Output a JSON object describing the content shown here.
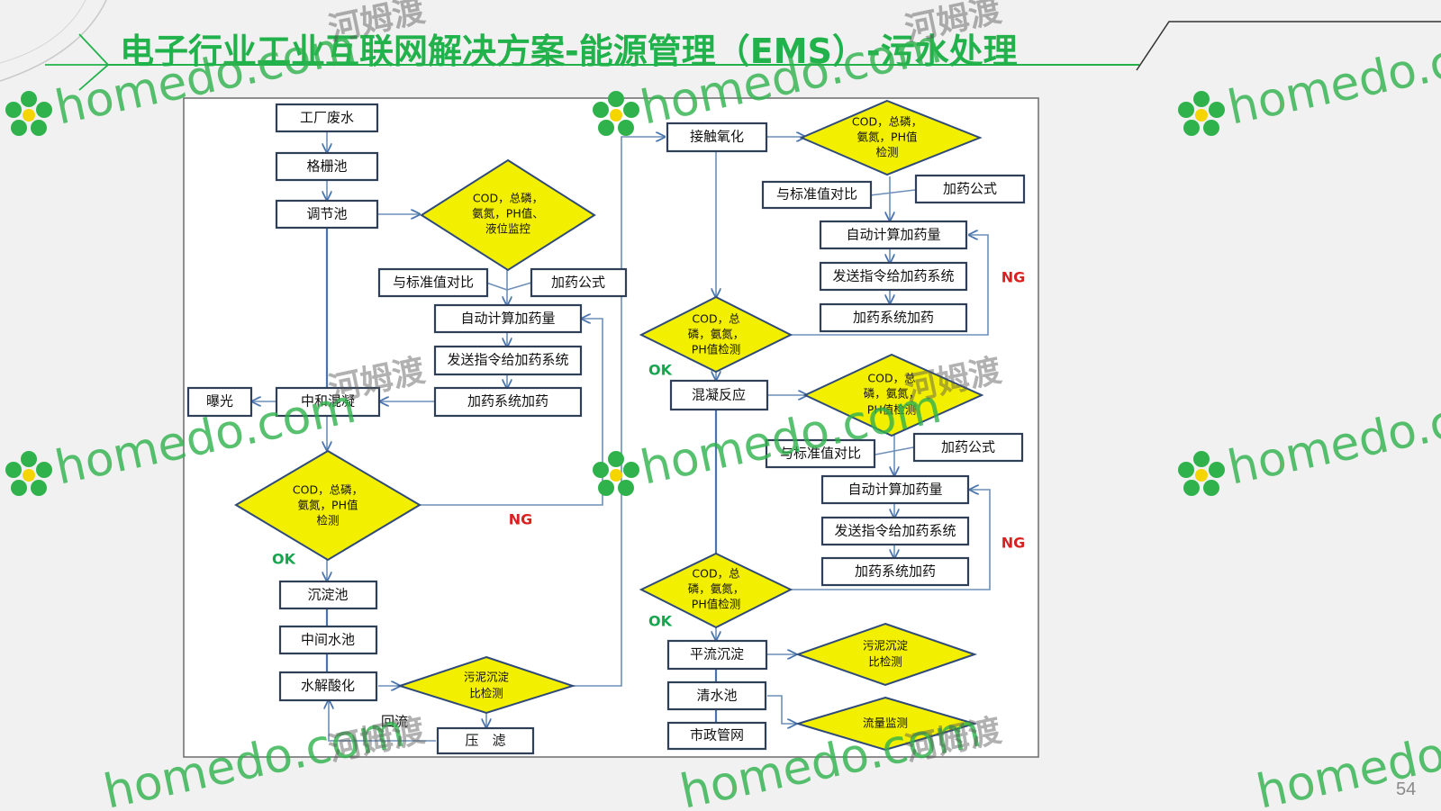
{
  "title": "电子行业工业互联网解决方案-能源管理（EMS）-污水处理",
  "page_number": "54",
  "colors": {
    "title": "#22b24c",
    "decision_fill": "#f3ef00",
    "box_border": "#2f3f58",
    "connector": "#4a74ad",
    "ok": "#18a550",
    "ng": "#d9221f"
  },
  "watermark": {
    "brand": "homedo.com",
    "cn": "河姆渡",
    "icon": "flower-logo-icon"
  },
  "left_flow": {
    "factory_wastewater": "工厂废水",
    "grille_tank": "格栅池",
    "equalization_tank": "调节池",
    "monitor_decision": [
      "COD，总磷，",
      "氨氮，PH值、",
      "液位监控"
    ],
    "compare_standard": "与标准值对比",
    "dosing_formula": "加药公式",
    "auto_calc_dosage": "自动计算加药量",
    "send_command": "发送指令给加药系统",
    "dosing_system": "加药系统加药",
    "neutralize_mix": "中和混凝",
    "aeration": "曝光",
    "check_decision": [
      "COD，总磷，",
      "氨氮，PH值",
      "检测"
    ],
    "ok_label": "OK",
    "ng_label": "NG",
    "sedimentation_tank": "沉淀池",
    "intermediate_tank": "中间水池",
    "hydrolysis_acidification": "水解酸化",
    "sludge_decision": [
      "污泥沉淀",
      "比检测"
    ],
    "return_flow": "回流",
    "filter_press": "压　滤"
  },
  "right_flow": {
    "contact_oxidation": "接触氧化",
    "detect_decision_1": [
      "COD，总磷，",
      "氨氮，PH值",
      "检测"
    ],
    "compare_standard_1": "与标准值对比",
    "dosing_formula_1": "加药公式",
    "auto_calc_dosage_1": "自动计算加药量",
    "send_command_1": "发送指令给加药系统",
    "dosing_system_1": "加药系统加药",
    "ng_label_1": "NG",
    "check_decision_1": [
      "COD，总",
      "磷，氨氮，",
      "PH值检测"
    ],
    "ok_label_1": "OK",
    "coagulation_reaction": "混凝反应",
    "detect_decision_2": [
      "COD，总",
      "磷，氨氮，",
      "PH值检测"
    ],
    "compare_standard_2": "与标准值对比",
    "dosing_formula_2": "加药公式",
    "auto_calc_dosage_2": "自动计算加药量",
    "send_command_2": "发送指令给加药系统",
    "dosing_system_2": "加药系统加药",
    "ng_label_2": "NG",
    "check_decision_2": [
      "COD，总",
      "磷，氨氮，",
      "PH值检测"
    ],
    "ok_label_2": "OK",
    "advection_sedimentation": "平流沉淀",
    "sludge_decision": [
      "污泥沉淀",
      "比检测"
    ],
    "clear_water_tank": "清水池",
    "flow_monitoring": "流量监测",
    "municipal_network": "市政管网"
  }
}
